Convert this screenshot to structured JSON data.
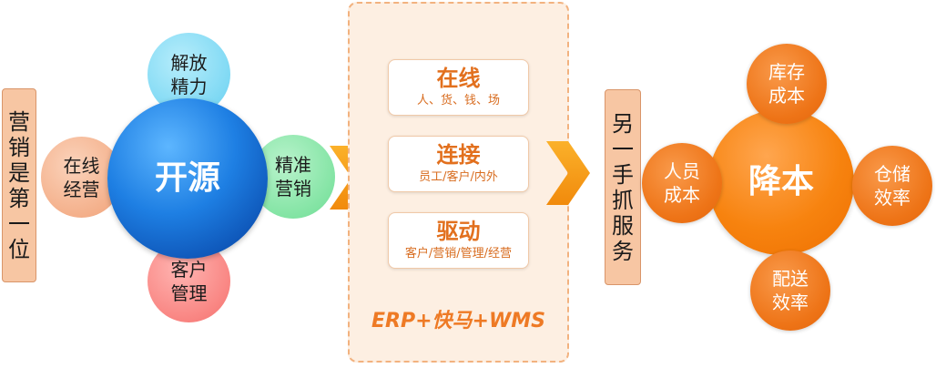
{
  "left_tag": {
    "chars": [
      "营",
      "销",
      "是",
      "第",
      "一",
      "位"
    ]
  },
  "left_cluster": {
    "center": {
      "label": "开源"
    },
    "top": {
      "lines": [
        "解放",
        "精力"
      ]
    },
    "left": {
      "lines": [
        "在线",
        "经营"
      ]
    },
    "bottom": {
      "lines": [
        "客户",
        "管理"
      ]
    },
    "right": {
      "lines": [
        "精准",
        "营销"
      ]
    }
  },
  "middle": {
    "cards": [
      {
        "title": "在线",
        "subtitle": "人、货、钱、场"
      },
      {
        "title": "连接",
        "subtitle": "员工/客户/内外"
      },
      {
        "title": "驱动",
        "subtitle": "客户/营销/管理/经营"
      }
    ],
    "footer": "ERP+快马+WMS"
  },
  "right_tag": {
    "chars": [
      "另",
      "一",
      "手",
      "抓",
      "服",
      "务"
    ]
  },
  "right_cluster": {
    "center": {
      "label": "降本"
    },
    "top": {
      "lines": [
        "库存",
        "成本"
      ]
    },
    "left": {
      "lines": [
        "人员",
        "成本"
      ]
    },
    "right": {
      "lines": [
        "仓储",
        "效率"
      ]
    },
    "bottom": {
      "lines": [
        "配送",
        "效率"
      ]
    }
  },
  "colors": {
    "accent_orange": "#ee7417",
    "kaiyuan_blue": "#1e7fe3",
    "panel_bg": "#fdefe2",
    "arrow_orange": "#f8a21b"
  }
}
